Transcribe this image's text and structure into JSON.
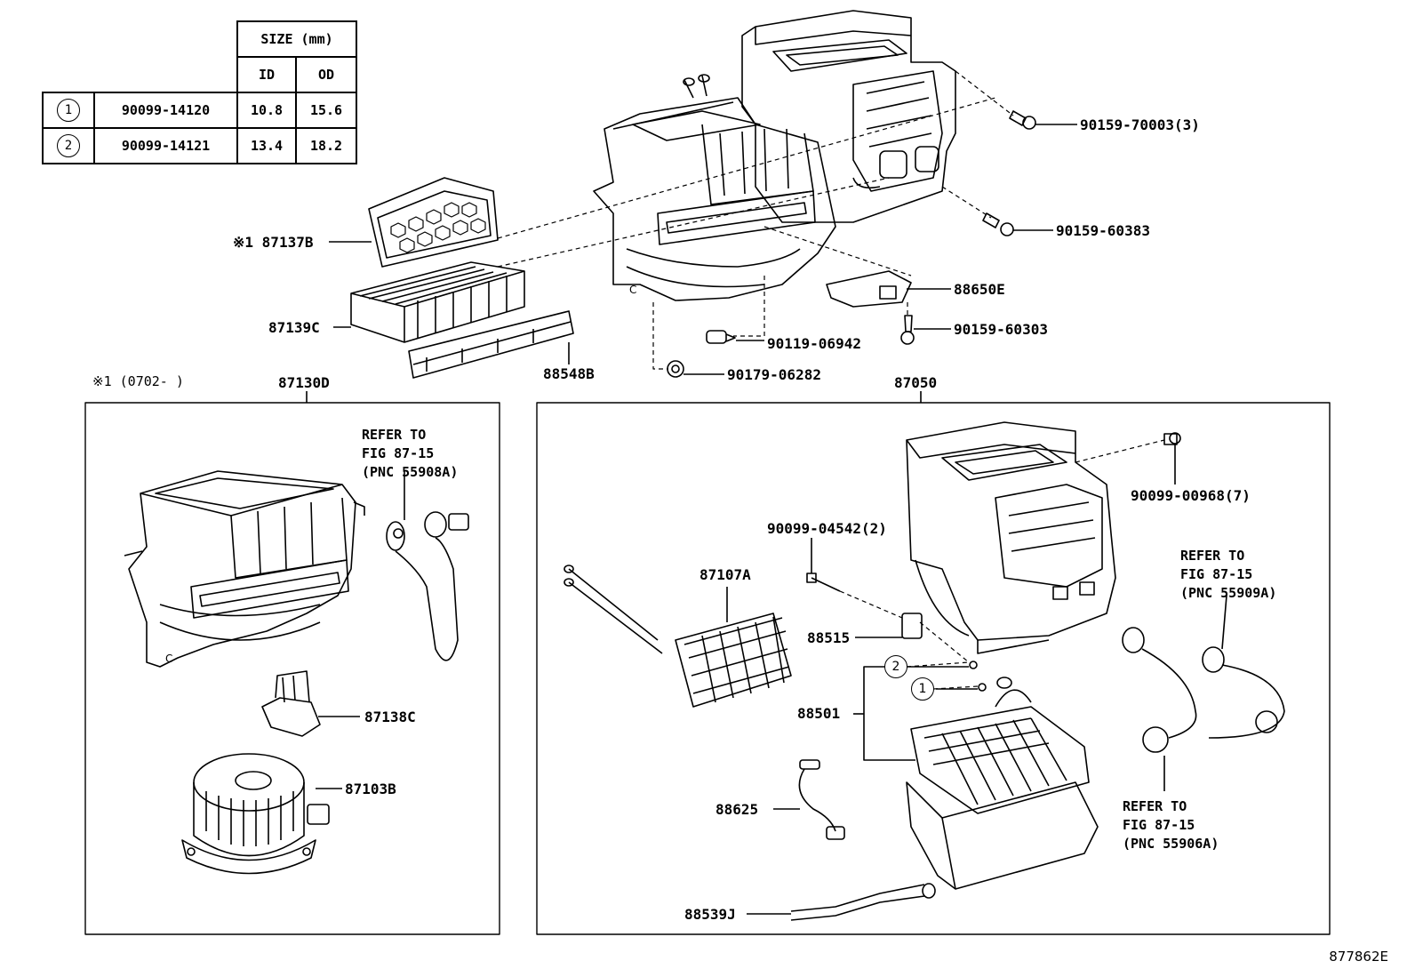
{
  "size_table": {
    "title": "SIZE (mm)",
    "col_id": "ID",
    "col_od": "OD",
    "rows": [
      {
        "ref": "1",
        "part": "90099-14120",
        "id": "10.8",
        "od": "15.6"
      },
      {
        "ref": "2",
        "part": "90099-14121",
        "id": "13.4",
        "od": "18.2"
      }
    ]
  },
  "labels": {
    "p90159_70003": "90159-70003(3)",
    "p90159_60383": "90159-60383",
    "p87137b": "※1 87137B",
    "p88650e": "88650E",
    "p87139c": "87139C",
    "p90159_60303": "90159-60303",
    "p90119_06942": "90119-06942",
    "p88548b": "88548B",
    "p90179_06282": "90179-06282",
    "note_range": "※1 (0702-     )",
    "p87130d": "87130D",
    "p87050": "87050",
    "p87138c": "87138C",
    "p87103b": "87103B",
    "p90099_00968": "90099-00968(7)",
    "p90099_04542": "90099-04542(2)",
    "p87107a": "87107A",
    "p88515": "88515",
    "p88501": "88501",
    "p88625": "88625",
    "p88539j": "88539J",
    "callout_1": "1",
    "callout_2": "2"
  },
  "refer_notes": {
    "left": "REFER TO\nFIG 87-15\n(PNC 55908A)",
    "right_top": "REFER TO\nFIG 87-15\n(PNC 55909A)",
    "right_bottom": "REFER TO\nFIG 87-15\n(PNC 55906A)"
  },
  "illustration_code": "877862E"
}
